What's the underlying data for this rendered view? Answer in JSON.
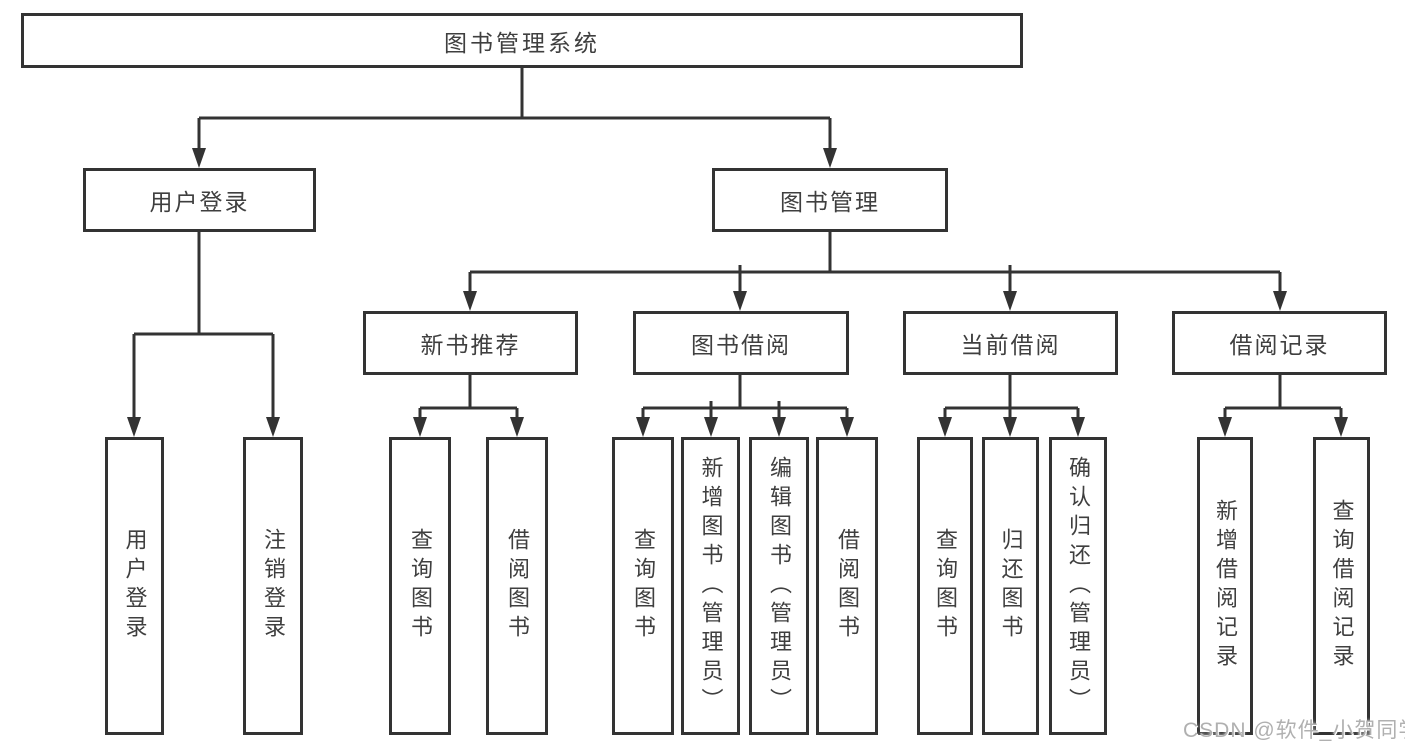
{
  "tree": {
    "root": "图书管理系统",
    "children": [
      {
        "label": "用户登录",
        "children": [
          "用户登录",
          "注销登录"
        ]
      },
      {
        "label": "图书管理",
        "children": [
          {
            "label": "新书推荐",
            "children": [
              "查询图书",
              "借阅图书"
            ]
          },
          {
            "label": "图书借阅",
            "children": [
              "查询图书",
              "新增图书（管理员）",
              "编辑图书（管理员）",
              "借阅图书"
            ]
          },
          {
            "label": "当前借阅",
            "children": [
              "查询图书",
              "归还图书",
              "确认归还（管理员）"
            ]
          },
          {
            "label": "借阅记录",
            "children": [
              "新增借阅记录",
              "查询借阅记录"
            ]
          }
        ]
      }
    ]
  },
  "watermark": "CSDN @软件_小贺同学",
  "colors": {
    "box_border": "#333333",
    "connector_line": "#333333",
    "text": "#3f3f3f",
    "watermark_text": "#b0b0b0",
    "background": "#ffffff"
  }
}
